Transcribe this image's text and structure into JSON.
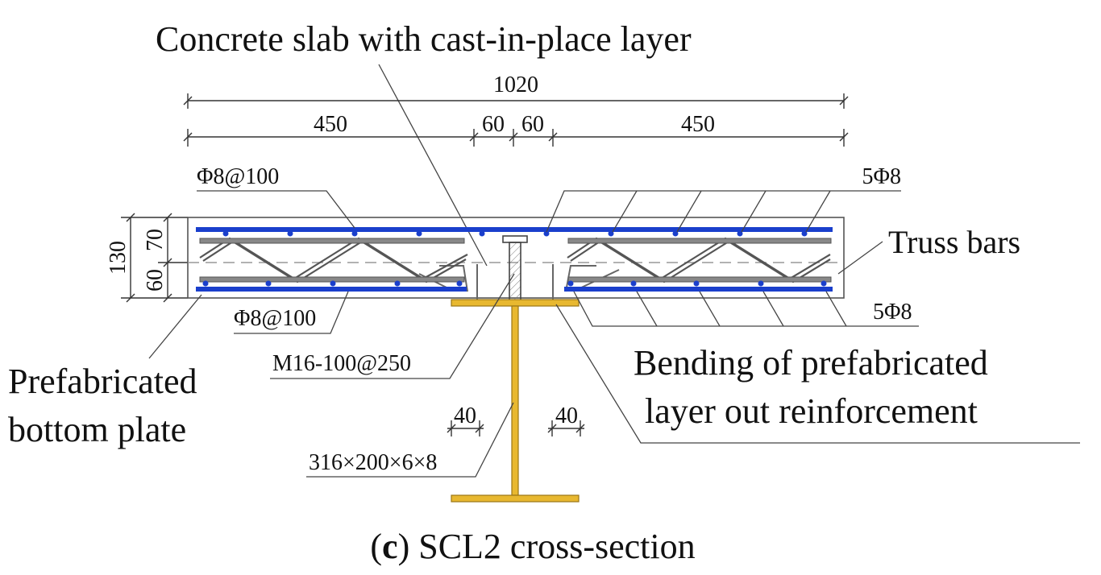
{
  "labels": {
    "top_title": "Concrete slab with cast-in-place layer",
    "truss_bars": "Truss bars",
    "prefab_line1": "Prefabricated",
    "prefab_line2": "bottom plate",
    "bending_line1": "Bending of prefabricated",
    "bending_line2": "layer out reinforcement",
    "stud": "M16-100@250",
    "steel_section": "316×200×6×8",
    "rebar_top_left": "Φ8@100",
    "rebar_bottom_left": "Φ8@100",
    "rebar_top_right": "5Φ8",
    "rebar_bottom_right": "5Φ8"
  },
  "dimensions": {
    "overall": "1020",
    "left_span": "450",
    "gap_left": "60",
    "gap_right": "60",
    "right_span": "450",
    "slab_depth": "130",
    "cast_layer": "70",
    "prefab_layer": "60",
    "flange_left": "40",
    "flange_right": "40"
  },
  "caption": {
    "letter": "c",
    "text": " SCL2 cross-section"
  },
  "colors": {
    "rebar": "#1a3fcc",
    "steel_beam": "#e8b830",
    "concrete_outline": "#555555",
    "truss": "#555555",
    "bar_gray": "#888888"
  }
}
